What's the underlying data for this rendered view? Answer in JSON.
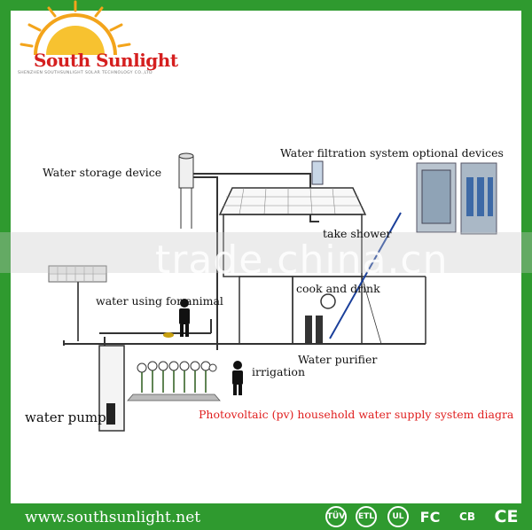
{
  "brand": {
    "name": "South Sunlight",
    "subtitle": "SHENZHEN SOUTHSUNLIGHT SOLAR TECHNOLOGY CO.,LTD"
  },
  "labels": {
    "water_storage": "Water storage device",
    "filtration": "Water filtration system optional devices",
    "shower": "take shower",
    "animal": "water using for animal",
    "cook": "cook and drink",
    "purifier": "Water purifier",
    "irrigation": "irrigation",
    "pump": "water pump"
  },
  "caption": "Photovoltaic (pv) household water supply system diagra",
  "watermark": "trade.china.cn",
  "footer": {
    "website": "www.southsunlight.net",
    "certs": [
      "TÜV",
      "ETL",
      "UL",
      "FC",
      "CB",
      "CE"
    ]
  },
  "colors": {
    "frame": "#2f9a2f",
    "brand": "#d51f1f",
    "caption": "#e02020",
    "pipe": "#333333"
  }
}
